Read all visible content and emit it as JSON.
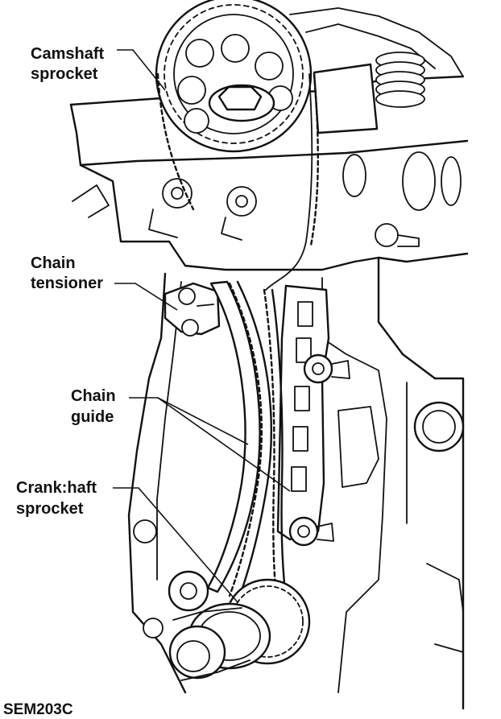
{
  "labels": {
    "camshaft_sprocket": [
      "Camshaft",
      "sprocket"
    ],
    "chain_tensioner": [
      "Chain",
      "tensioner"
    ],
    "chain_guide": [
      "Chain",
      "guide"
    ],
    "crankshaft_sprocket": [
      "Crank:haft",
      "sprocket"
    ]
  },
  "figure_code": "SEM203C"
}
